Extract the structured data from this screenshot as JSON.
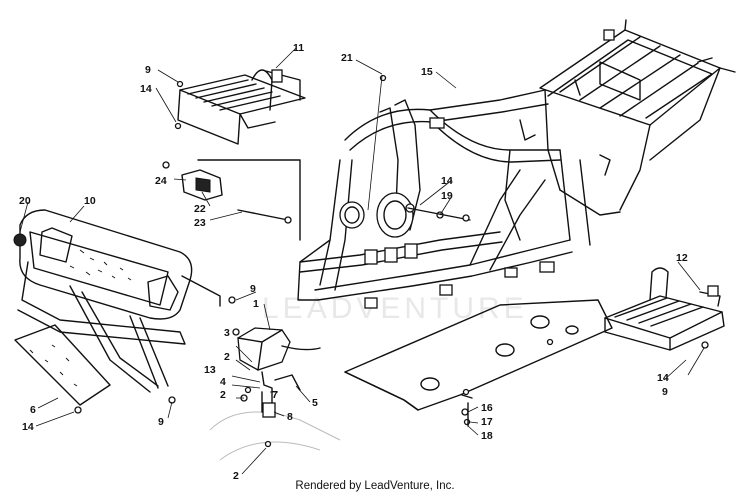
{
  "watermark": "LEADVENTURE",
  "footer": "Rendered by LeadVenture, Inc.",
  "callouts": {
    "c1": "1",
    "c2a": "2",
    "c2b": "2",
    "c2c": "2",
    "c3": "3",
    "c4": "4",
    "c5": "5",
    "c6": "6",
    "c7": "7",
    "c8": "8",
    "c9a": "9",
    "c9b": "9",
    "c9c": "9",
    "c9d": "9",
    "c10": "10",
    "c11": "11",
    "c12": "12",
    "c13": "13",
    "c14a": "14",
    "c14b": "14",
    "c14c": "14",
    "c14d": "14",
    "c15": "15",
    "c16": "16",
    "c17": "17",
    "c18": "18",
    "c19": "19",
    "c20": "20",
    "c21": "21",
    "c22": "22",
    "c23": "23",
    "c24": "24"
  }
}
